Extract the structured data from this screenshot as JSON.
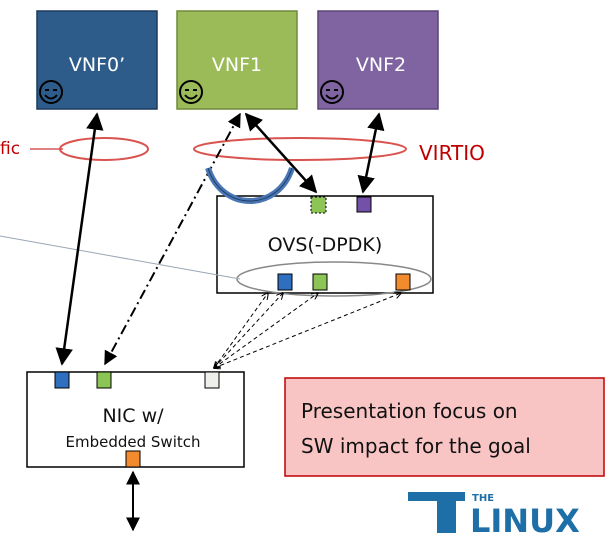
{
  "vnfs": [
    {
      "label": "VNF0’",
      "color": "#2e5c8a",
      "icon": "smiley-face-icon"
    },
    {
      "label": "VNF1",
      "color": "#9bbb59",
      "icon": "smiley-face-icon"
    },
    {
      "label": "VNF2",
      "color": "#8064a2",
      "icon": "smiley-face-icon"
    }
  ],
  "labels": {
    "traffic_partial": "fic",
    "virtio": "VIRTIO",
    "ovs": "OVS(-DPDK)",
    "nic_line1": "NIC w/",
    "nic_line2": "Embedded Switch"
  },
  "focus_box": {
    "line1": "Presentation focus on",
    "line2": "SW impact for the goal",
    "fill": "#f9c4c4",
    "border": "#c00000"
  },
  "logo": {
    "small": "THE",
    "big": "LINUX",
    "color": "#1e6fa8"
  },
  "colors": {
    "port_blue": "#2f6fbf",
    "port_green": "#8dc456",
    "port_purple": "#7451a8",
    "port_orange": "#f28a2e",
    "port_light": "#eeeeea",
    "ellipse_red": "#d9534f",
    "ellipse_gray": "#888888",
    "curve_blue": "#4a77b4"
  }
}
